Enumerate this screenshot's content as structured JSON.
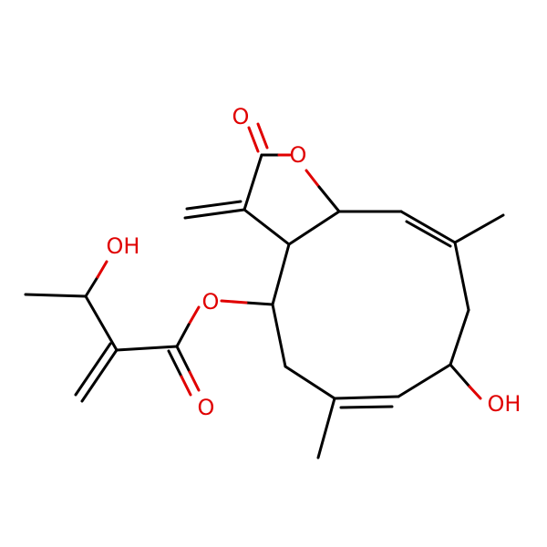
{
  "colors": {
    "background": "#ffffff",
    "bond": "#000000",
    "oxygen": "#e00000"
  },
  "atoms": {
    "carbonyl_o": "O",
    "ring_o": "O",
    "ester_o": "O",
    "ester_carbonyl_o": "O",
    "hydroxyl_left": "OH",
    "hydroxyl_right": "OH"
  }
}
